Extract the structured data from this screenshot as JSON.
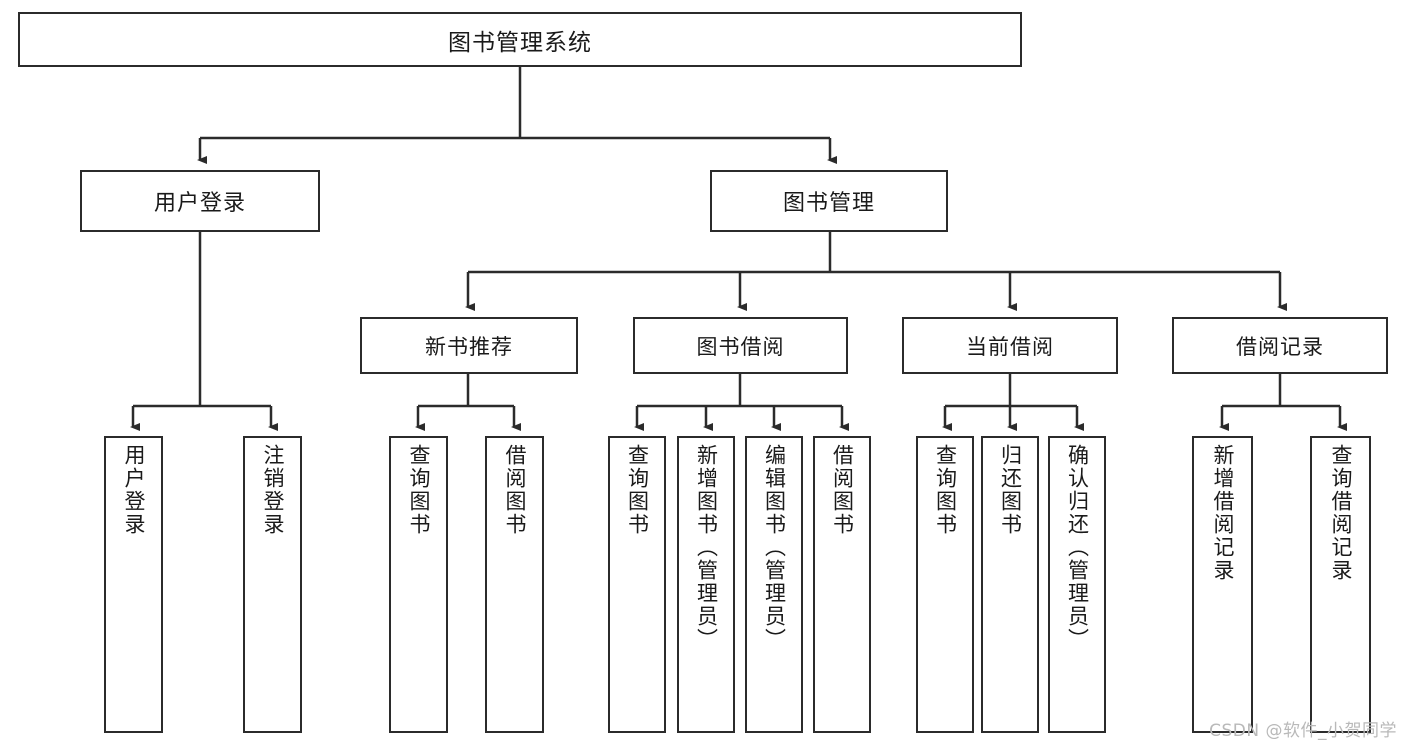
{
  "diagram": {
    "type": "tree-hierarchy",
    "title": "图书管理系统",
    "root": {
      "id": "root",
      "label": "图书管理系统"
    },
    "level1": [
      {
        "id": "user-login",
        "label": "用户登录"
      },
      {
        "id": "book-management",
        "label": "图书管理"
      }
    ],
    "level2": [
      {
        "id": "new-book-recommend",
        "label": "新书推荐",
        "parent": "book-management"
      },
      {
        "id": "book-borrow",
        "label": "图书借阅",
        "parent": "book-management"
      },
      {
        "id": "current-borrow",
        "label": "当前借阅",
        "parent": "book-management"
      },
      {
        "id": "borrow-record",
        "label": "借阅记录",
        "parent": "book-management"
      }
    ],
    "leaves": {
      "user_login": [
        {
          "id": "leaf-user-login",
          "label": "用户登录"
        },
        {
          "id": "leaf-logout-login",
          "label": "注销登录"
        }
      ],
      "new_book_recommend": [
        {
          "id": "leaf-query-book-1",
          "label": "查询图书"
        },
        {
          "id": "leaf-borrow-book-1",
          "label": "借阅图书"
        }
      ],
      "book_borrow": [
        {
          "id": "leaf-query-book-2",
          "label": "查询图书"
        },
        {
          "id": "leaf-add-book",
          "label": "新增图书（管理员）"
        },
        {
          "id": "leaf-edit-book",
          "label": "编辑图书（管理员）"
        },
        {
          "id": "leaf-borrow-book-2",
          "label": "借阅图书"
        }
      ],
      "current_borrow": [
        {
          "id": "leaf-query-book-3",
          "label": "查询图书"
        },
        {
          "id": "leaf-return-book",
          "label": "归还图书"
        },
        {
          "id": "leaf-confirm-return",
          "label": "确认归还（管理员）"
        }
      ],
      "borrow_record": [
        {
          "id": "leaf-add-record",
          "label": "新增借阅记录"
        },
        {
          "id": "leaf-query-record",
          "label": "查询借阅记录"
        }
      ]
    }
  },
  "watermark": {
    "text": "CSDN @软件_小贺同学"
  },
  "colors": {
    "stroke": "#2b2b2b",
    "fill": "#ffffff",
    "text": "#1a1a1a",
    "watermark": "#b9b9b9"
  }
}
